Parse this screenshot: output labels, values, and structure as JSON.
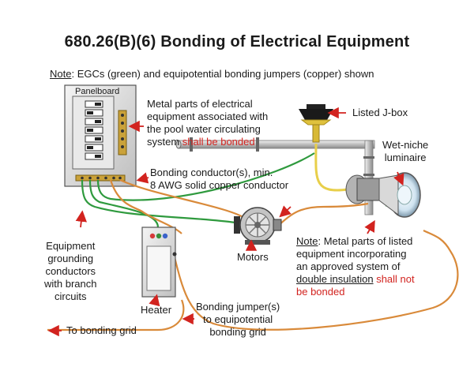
{
  "title": "680.26(B)(6) Bonding of Electrical Equipment",
  "note_top": {
    "prefix": "Note",
    "text": ": EGCs (green) and equipotential bonding jumpers (copper) shown"
  },
  "panelboard_label": "Panelboard",
  "metal_parts": {
    "line1": "Metal parts of electrical",
    "line2": "equipment associated with",
    "line3": "the pool water circulating",
    "line4_plain": "system ",
    "line4_red": "shall be bonded"
  },
  "jbox_label": "Listed J-box",
  "luminaire": {
    "line1": "Wet-niche",
    "line2": "luminaire"
  },
  "bonding_conductor": {
    "line1": "Bonding conductor(s), min.",
    "line2": "8 AWG solid copper conductor"
  },
  "egc": {
    "line1": "Equipment",
    "line2": "grounding",
    "line3": "conductors",
    "line4": "with branch",
    "line5": "circuits"
  },
  "motors_label": "Motors",
  "note_right": {
    "prefix": "Note",
    "line1": ": Metal parts of listed",
    "line2": "equipment incorporating",
    "line3": "an approved system of",
    "line4_u": "double insulation",
    "line4_red": " shall not",
    "line5_red": "be bonded"
  },
  "heater_label": "Heater",
  "bonding_jumper": {
    "line1": "Bonding jumper(s)",
    "line2": "to equipotential",
    "line3": "bonding grid"
  },
  "to_grid_label": "To bonding grid",
  "colors": {
    "red": "#d2231f",
    "green": "#2f9a3e",
    "copper": "#d98a3a",
    "yellow": "#e8cf4a"
  }
}
